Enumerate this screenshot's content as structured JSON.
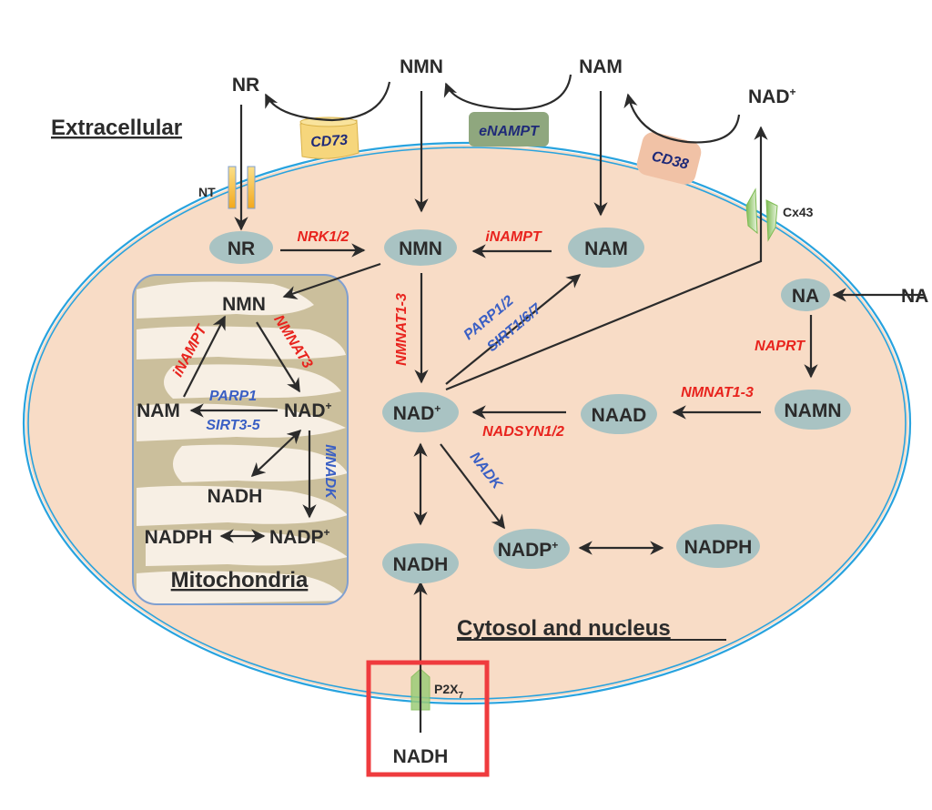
{
  "colors": {
    "cell_fill": "#f8dcc6",
    "membrane": "#29a3de",
    "node_fill": "#a9c3c3",
    "mito_fill": "#cbbf9c",
    "mito_cristae": "#f7efe4",
    "mito_border": "#7f9fd0",
    "enzyme_red": "#e8231d",
    "enzyme_blue": "#3a5fc4",
    "enzyme_navy": "#1f2a78",
    "cd73_fill": "#f6d67c",
    "enampt_fill": "#8fa77e",
    "cd38_fill": "#f1c2a6",
    "channel_green": "#9ccc78",
    "highlight_box": "#ef3b3e"
  },
  "regions": {
    "extracellular": "Extracellular",
    "cytosol": "Cytosol and nucleus",
    "mitochondria": "Mitochondria"
  },
  "extracellular": {
    "nr": "NR",
    "nmn": "NMN",
    "nam": "NAM",
    "nad": "NAD",
    "nad_sup": "+",
    "na": "NA",
    "nadh": "NADH"
  },
  "membrane_proteins": {
    "cd73": "CD73",
    "enampt": "eNAMPT",
    "cd38": "CD38",
    "nt": "NT",
    "cx43": "Cx43",
    "p2x7": "P2X",
    "p2x7_sub": "7"
  },
  "cytosol_nodes": {
    "nr": "NR",
    "nmn": "NMN",
    "nam": "NAM",
    "na": "NA",
    "namn": "NAMN",
    "naad": "NAAD",
    "nad": "NAD",
    "nad_sup": "+",
    "nadh": "NADH",
    "nadp": "NADP",
    "nadp_sup": "+",
    "nadph": "NADPH"
  },
  "cytosol_enzymes": {
    "nrk": "NRK1/2",
    "inampt": "iNAMPT",
    "nmnat": "NMNAT1-3",
    "parp": "PARP1/2",
    "sirt": "SIRT1/6/7",
    "naprt": "NAPRT",
    "nmnat_na": "NMNAT1-3",
    "nadsyn": "NADSYN1/2",
    "nadk": "NADK"
  },
  "mito_nodes": {
    "nmn": "NMN",
    "nam": "NAM",
    "nad": "NAD",
    "nad_sup": "+",
    "nadh": "NADH",
    "nadph": "NADPH",
    "nadp": "NADP",
    "nadp_sup": "+"
  },
  "mito_enzymes": {
    "inampt": "iNAMPT",
    "nmnat3": "NMNAT3",
    "parp1": "PARP1",
    "sirt": "SIRT3-5",
    "mnadk": "MNADK"
  }
}
